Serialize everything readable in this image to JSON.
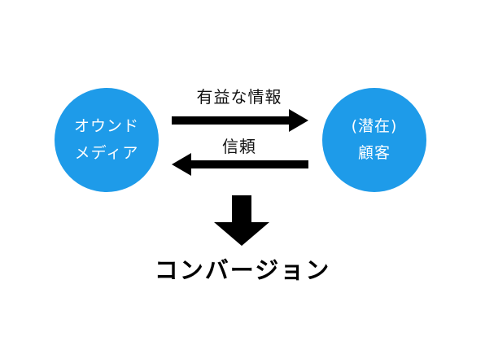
{
  "diagram": {
    "left_node": {
      "line1": "オウンド",
      "line2": "メディア"
    },
    "right_node": {
      "line1": "(潜在)",
      "line2": "顧客"
    },
    "top_arrow_label": "有益な情報",
    "bottom_arrow_label": "信頼",
    "result_label": "コンバージョン"
  },
  "colors": {
    "node_fill": "#1e9be9",
    "arrow": "#000000"
  }
}
